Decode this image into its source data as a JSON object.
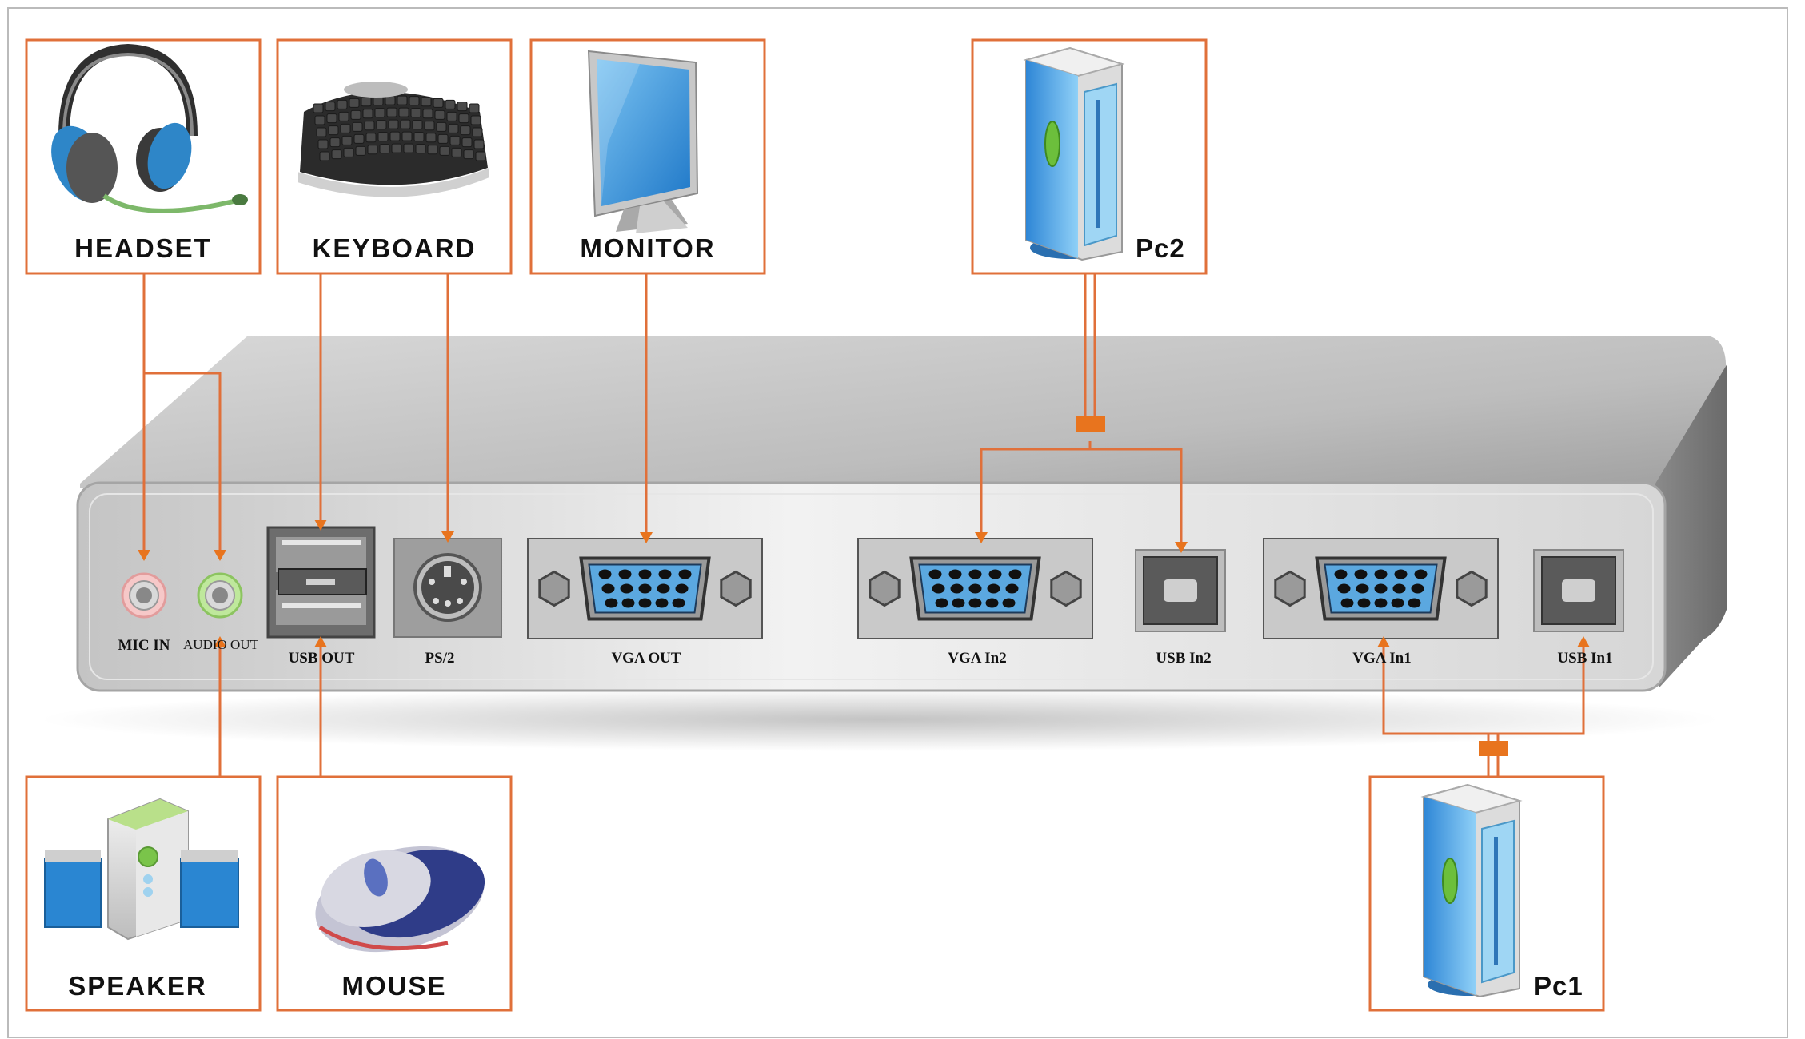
{
  "devices": {
    "headset": "HEADSET",
    "keyboard": "KEYBOARD",
    "monitor": "MONITOR",
    "pc2": "Pc2",
    "speaker": "SPEAKER",
    "mouse": "MOUSE",
    "pc1": "Pc1"
  },
  "ports": {
    "mic_in": "MIC IN",
    "audio_out": "AUDIO OUT",
    "usb_out": "USB OUT",
    "ps2": "PS/2",
    "vga_out": "VGA OUT",
    "vga_in2": "VGA In2",
    "usb_in2": "USB In2",
    "vga_in1": "VGA In1",
    "usb_in1": "USB In1"
  },
  "colors": {
    "frame": "#e0703a",
    "connector": "#e8741e",
    "chassis": "#b8b8b8",
    "vga_pins": "#5ba8e0"
  },
  "icons": [
    "headset-icon",
    "keyboard-icon",
    "monitor-icon",
    "pc-tower-icon",
    "speaker-icon",
    "mouse-icon"
  ]
}
